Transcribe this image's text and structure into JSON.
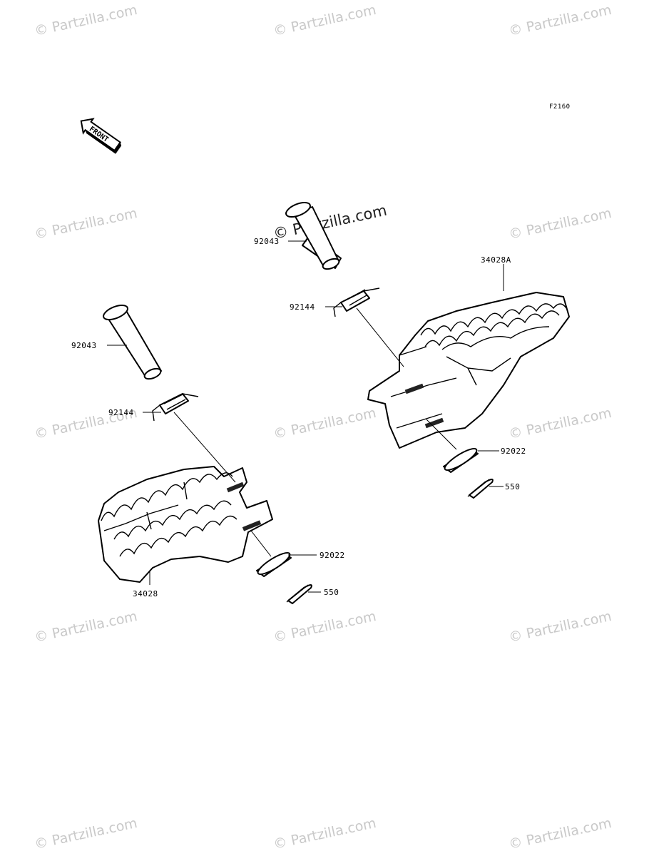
{
  "figure_code": "F2160",
  "front_label": "FRONT",
  "watermark": "© Partzilla.com",
  "watermark_center": "© Partzilla.com",
  "callouts": [
    {
      "id": "c1",
      "text": "92043"
    },
    {
      "id": "c2",
      "text": "92144"
    },
    {
      "id": "c3",
      "text": "34028A"
    },
    {
      "id": "c4",
      "text": "92043"
    },
    {
      "id": "c5",
      "text": "92144"
    },
    {
      "id": "c6",
      "text": "92022"
    },
    {
      "id": "c7",
      "text": "550"
    },
    {
      "id": "c8",
      "text": "92022"
    },
    {
      "id": "c9",
      "text": "550"
    },
    {
      "id": "c10",
      "text": "34028"
    }
  ]
}
